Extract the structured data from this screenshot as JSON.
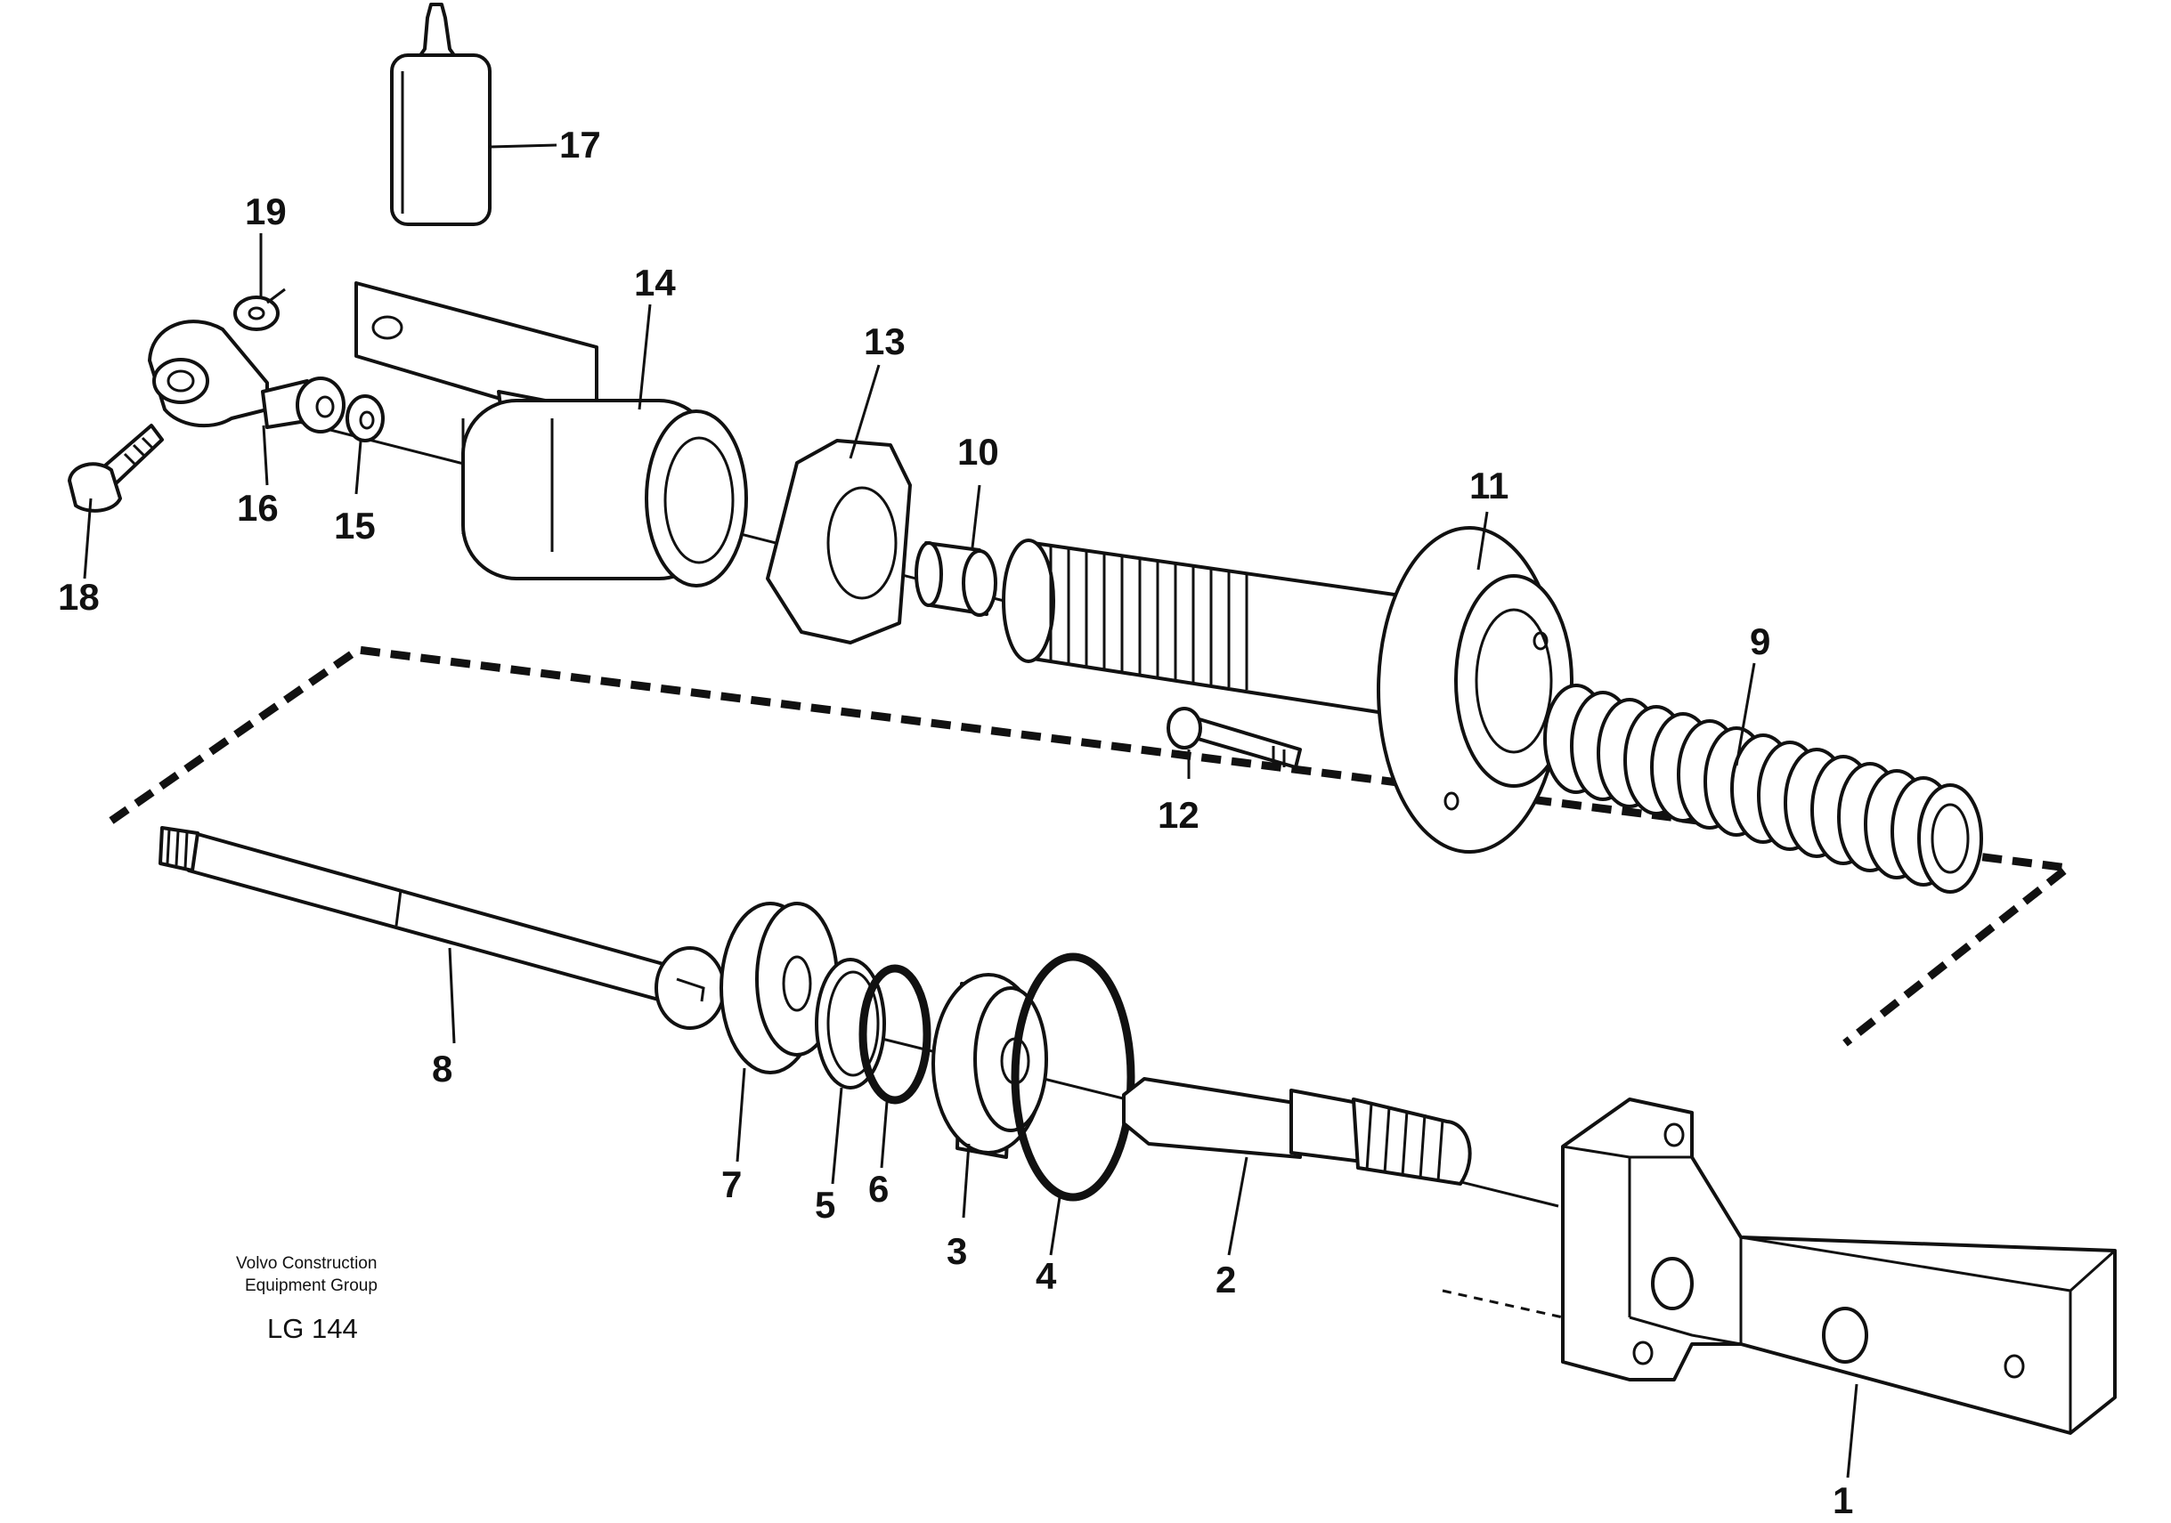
{
  "credit": {
    "line1": "Volvo Construction",
    "line2": "Equipment Group",
    "code": "LG 144"
  },
  "callouts": [
    {
      "id": "1",
      "label": "1"
    },
    {
      "id": "2",
      "label": "2"
    },
    {
      "id": "3",
      "label": "3"
    },
    {
      "id": "4",
      "label": "4"
    },
    {
      "id": "5",
      "label": "5"
    },
    {
      "id": "6",
      "label": "6"
    },
    {
      "id": "7",
      "label": "7"
    },
    {
      "id": "8",
      "label": "8"
    },
    {
      "id": "9",
      "label": "9"
    },
    {
      "id": "10",
      "label": "10"
    },
    {
      "id": "11",
      "label": "11"
    },
    {
      "id": "12",
      "label": "12"
    },
    {
      "id": "13",
      "label": "13"
    },
    {
      "id": "14",
      "label": "14"
    },
    {
      "id": "15",
      "label": "15"
    },
    {
      "id": "16",
      "label": "16"
    },
    {
      "id": "17",
      "label": "17"
    },
    {
      "id": "18",
      "label": "18"
    },
    {
      "id": "19",
      "label": "19"
    }
  ]
}
